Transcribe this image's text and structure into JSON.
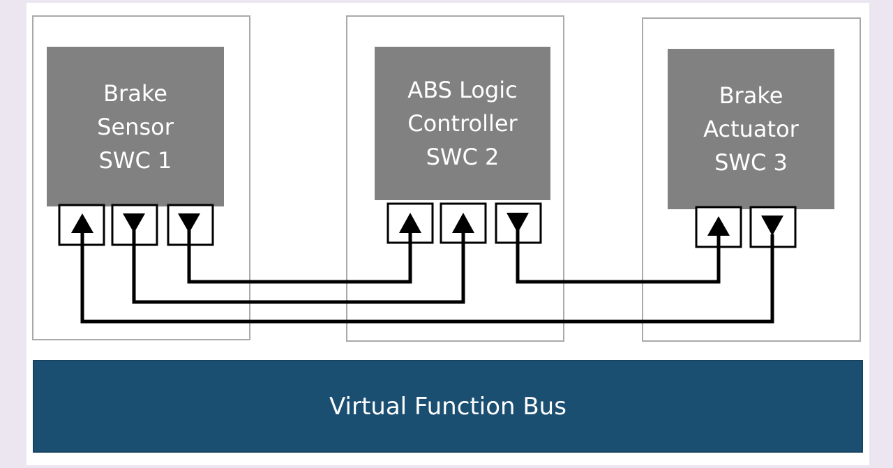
{
  "components": [
    {
      "id": "swc-1",
      "label": "Brake\nSensor\nSWC 1"
    },
    {
      "id": "swc-2",
      "label": "ABS Logic\nController\nSWC 2"
    },
    {
      "id": "swc-3",
      "label": "Brake\nActuator\nSWC 3"
    }
  ],
  "bus": {
    "label": "Virtual Function Bus"
  },
  "colors": {
    "component_fill": "#818181",
    "bus_fill": "#1b4f72",
    "frame_stroke": "#a9a9a9",
    "wire": "#000000"
  },
  "ports": [
    {
      "component": "SWC 1",
      "index": 1,
      "direction": "in",
      "icon": "up-arrow-icon"
    },
    {
      "component": "SWC 1",
      "index": 2,
      "direction": "out",
      "icon": "down-arrow-icon"
    },
    {
      "component": "SWC 1",
      "index": 3,
      "direction": "out",
      "icon": "down-arrow-icon"
    },
    {
      "component": "SWC 2",
      "index": 1,
      "direction": "in",
      "icon": "up-arrow-icon"
    },
    {
      "component": "SWC 2",
      "index": 2,
      "direction": "in",
      "icon": "up-arrow-icon"
    },
    {
      "component": "SWC 2",
      "index": 3,
      "direction": "out",
      "icon": "down-arrow-icon"
    },
    {
      "component": "SWC 3",
      "index": 1,
      "direction": "in",
      "icon": "up-arrow-icon"
    },
    {
      "component": "SWC 3",
      "index": 2,
      "direction": "out",
      "icon": "down-arrow-icon"
    }
  ],
  "connections": [
    {
      "from": "SWC 1 port 3",
      "to": "SWC 2 port 1"
    },
    {
      "from": "SWC 1 port 2",
      "to": "SWC 2 port 2"
    },
    {
      "from": "SWC 2 port 3",
      "to": "SWC 3 port 1"
    },
    {
      "from": "SWC 3 port 2",
      "to": "SWC 1 port 1"
    }
  ]
}
